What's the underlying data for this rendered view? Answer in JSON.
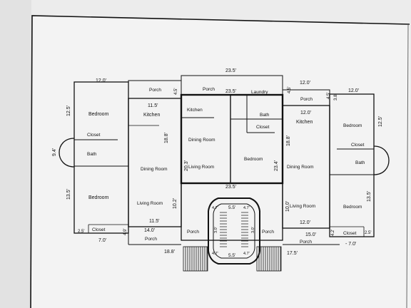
{
  "rooms": {
    "bedroom_tl": "Bedroom",
    "closet_l": "Closet",
    "bath_l": "Bath",
    "bedroom_bl": "Bedroom",
    "closet_bl": "Closet",
    "kitchen_l": "Kitchen",
    "dining_l": "Dining Room",
    "living_l": "Living Room",
    "porch_l_top": "Porch",
    "porch_l_bot": "Porch",
    "porch_c_top": "Porch",
    "laundry": "Laundry",
    "kitchen_c": "Kitchen",
    "bath_c": "Bath",
    "closet_c": "Closet",
    "dining_c": "Dining Room",
    "living_c": "Living Room",
    "bedroom_c": "Bedroom",
    "porch_stair_l": "Porch",
    "porch_stair_r": "Porch",
    "porch_r_top": "Porch",
    "kitchen_r": "Kitchen",
    "dining_r": "Dining Room",
    "living_r": "Living Room",
    "bedroom_tr": "Bedroom",
    "closet_r": "Closet",
    "bath_r": "Bath",
    "bedroom_br": "Bedroom",
    "closet_br": "Closet",
    "porch_r_bot": "Porch"
  },
  "dims": {
    "top_235": "23.5'",
    "top_120_l": "12.0'",
    "top_120_r": "12.0'",
    "top_120_far_r": "12.0'",
    "center_235": "23.5'",
    "mid_235": "23.5'",
    "kitchen_l_115": "11.5'",
    "kitchen_r_120": "12.0'",
    "porch_45_a": "4.5'",
    "porch_45_b": "4.5'",
    "porch_45_c": "4.5'",
    "porch_38": "3.8'",
    "bedroom_125_l": "12.5'",
    "bath_94": "9.4'",
    "bedroom_135_l": "13.5'",
    "dining_188_l": "18.8'",
    "living_102_l": "10.2'",
    "center_203": "20.3'",
    "center_234": "23.4'",
    "dining_188_r": "18.8'",
    "living_100_r": "10.0'",
    "bedroom_125_r": "12.5'",
    "bedroom_135_r": "13.5'",
    "bot_115": "11.5'",
    "bot_140": "14.0'",
    "bot_49": "4.9'",
    "bot_25_l": "2.5'",
    "bot_70_l": "7.0'",
    "bot_188": "18.8'",
    "bot_120": "12.0'",
    "bot_150": "15.0'",
    "bot_42": "4.2'",
    "bot_25_r": "2.5'",
    "bot_70_r": "- 7.0'",
    "bot_175": "17.5'",
    "stair_55_top": "5.5'",
    "stair_55_bot": "5.5'",
    "stair_47_a": "4.7'",
    "stair_47_b": "4.7'",
    "stair_47_c": "4.7'",
    "stair_47_d": "4.7'",
    "stair_30_l": "3.0'",
    "stair_30_r": "3.0'"
  }
}
